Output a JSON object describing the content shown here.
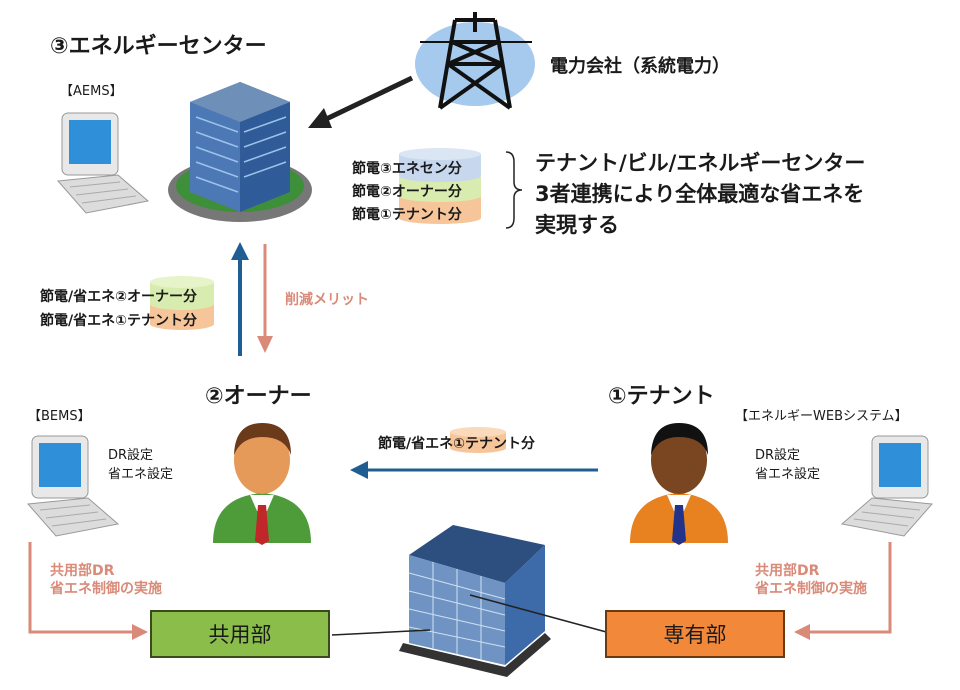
{
  "headings": {
    "energy_center": "③エネルギーセンター",
    "power_company": "電力会社（系統電力）",
    "owner": "②オーナー",
    "tenant": "①テナント"
  },
  "systems": {
    "aems": "【AEMS】",
    "bems": "【BEMS】",
    "web": "【エネルギーWEBシステム】"
  },
  "savings_stack": {
    "row3": "節電③エネセン分",
    "row2": "節電②オーナー分",
    "row1": "節電①テナント分"
  },
  "collab_text": {
    "line1": "テナント/ビル/エネルギーセンター",
    "line2": "3者連携により全体最適な省エネを",
    "line3": "実現する"
  },
  "owner_flow": {
    "row2": "節電/省エネ②オーナー分",
    "row1": "節電/省エネ①テナント分",
    "merit": "削減メリット"
  },
  "tenant_flow": {
    "label": "節電/省エネ①テナント分"
  },
  "settings": {
    "owner_dr": "DR設定",
    "owner_save": "省エネ設定",
    "tenant_dr": "DR設定",
    "tenant_save": "省エネ設定"
  },
  "control": {
    "left_line1": "共用部DR",
    "left_line2": "省エネ制御の実施",
    "right_line1": "共用部DR",
    "right_line2": "省エネ制御の実施"
  },
  "areas": {
    "common": "共用部",
    "private": "専有部"
  },
  "colors": {
    "arrow_blue": "#1f5d93",
    "arrow_salmon": "#d98a78",
    "common_green": "#8bbd4b",
    "private_orange": "#f2893a"
  }
}
